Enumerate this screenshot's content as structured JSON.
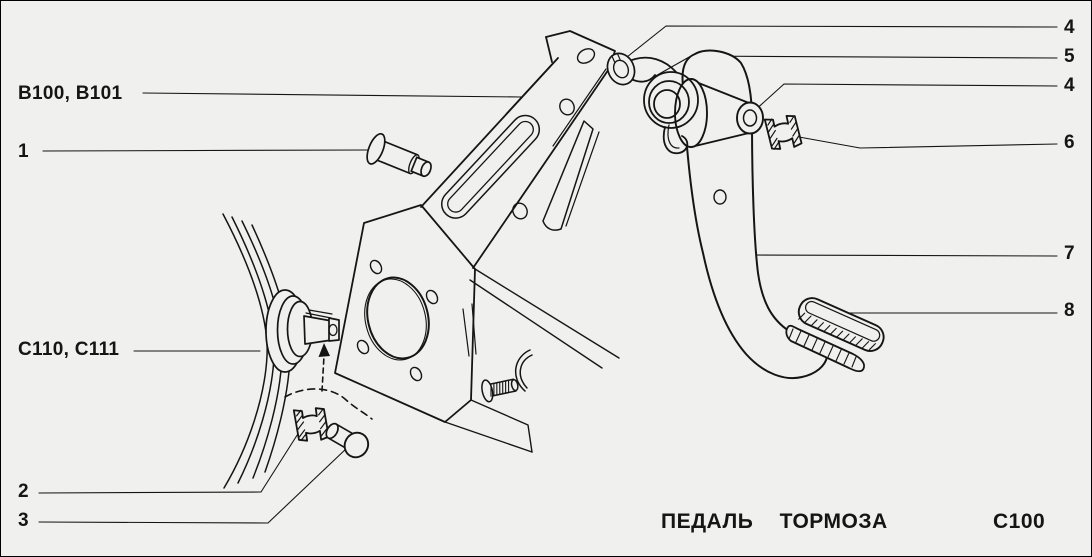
{
  "diagram": {
    "caption": {
      "title": "ПЕДАЛЬ ТОРМОЗА",
      "code": "C100"
    },
    "callouts": [
      {
        "id": "panel-codes-upper",
        "label": "B100, B101"
      },
      {
        "id": "item-1",
        "label": "1"
      },
      {
        "id": "panel-codes-lower",
        "label": "C110, C111"
      },
      {
        "id": "item-2",
        "label": "2"
      },
      {
        "id": "item-3",
        "label": "3"
      },
      {
        "id": "item-4-upper",
        "label": "4"
      },
      {
        "id": "item-5",
        "label": "5"
      },
      {
        "id": "item-4-lower",
        "label": "4"
      },
      {
        "id": "item-6",
        "label": "6"
      },
      {
        "id": "item-7",
        "label": "7"
      },
      {
        "id": "item-8",
        "label": "8"
      }
    ],
    "colors": {
      "background": "#f0f0ee",
      "ink": "#151515"
    }
  }
}
